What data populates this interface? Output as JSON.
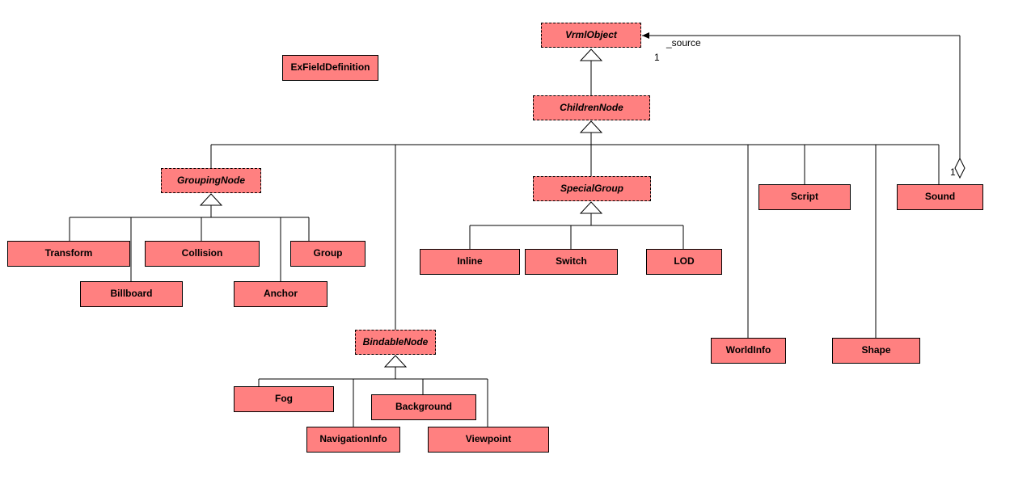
{
  "diagram": {
    "classes": {
      "vrml_object": "VrmlObject",
      "ex_field_definition": "ExFieldDefinition",
      "children_node": "ChildrenNode",
      "grouping_node": "GroupingNode",
      "special_group": "SpecialGroup",
      "script": "Script",
      "sound": "Sound",
      "transform": "Transform",
      "collision": "Collision",
      "group": "Group",
      "billboard": "Billboard",
      "anchor": "Anchor",
      "inline": "Inline",
      "switch": "Switch",
      "lod": "LOD",
      "bindable_node": "BindableNode",
      "world_info": "WorldInfo",
      "shape": "Shape",
      "fog": "Fog",
      "background": "Background",
      "navigation_info": "NavigationInfo",
      "viewpoint": "Viewpoint"
    },
    "association": {
      "role_name": "_source",
      "target_multiplicity": "1",
      "source_multiplicity": "1"
    }
  },
  "colors": {
    "class_fill": "#ff8080",
    "line": "#000000",
    "background": "#ffffff"
  }
}
